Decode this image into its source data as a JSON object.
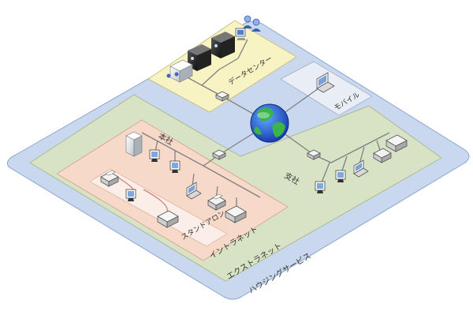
{
  "labels": {
    "housing": "ハウジングサービス",
    "extranet": "エクストラネット",
    "intranet": "イントラネット",
    "standalone": "スタンドアロン",
    "honsha": "本社",
    "shisha": "支社",
    "datacenter": "データセンター",
    "mobile": "モバイル"
  },
  "colors": {
    "housing_fill": "#c9d8ef",
    "extranet_fill": "#d8e3c6",
    "intranet_fill": "#f7d9c9",
    "standalone_fill": "#fbeee8",
    "datacenter_fill": "#f7f3c2",
    "mobile_fill": "#e8edf6",
    "connection": "#d67a7a"
  },
  "icons": {
    "globe": "globe-icon",
    "hub": "network-hub-icon",
    "server": "server-icon",
    "desktop": "desktop-computer-icon",
    "laptop": "laptop-icon",
    "printer": "printer-icon",
    "users": "user-group-icon",
    "rack": "rack-server-icon"
  }
}
